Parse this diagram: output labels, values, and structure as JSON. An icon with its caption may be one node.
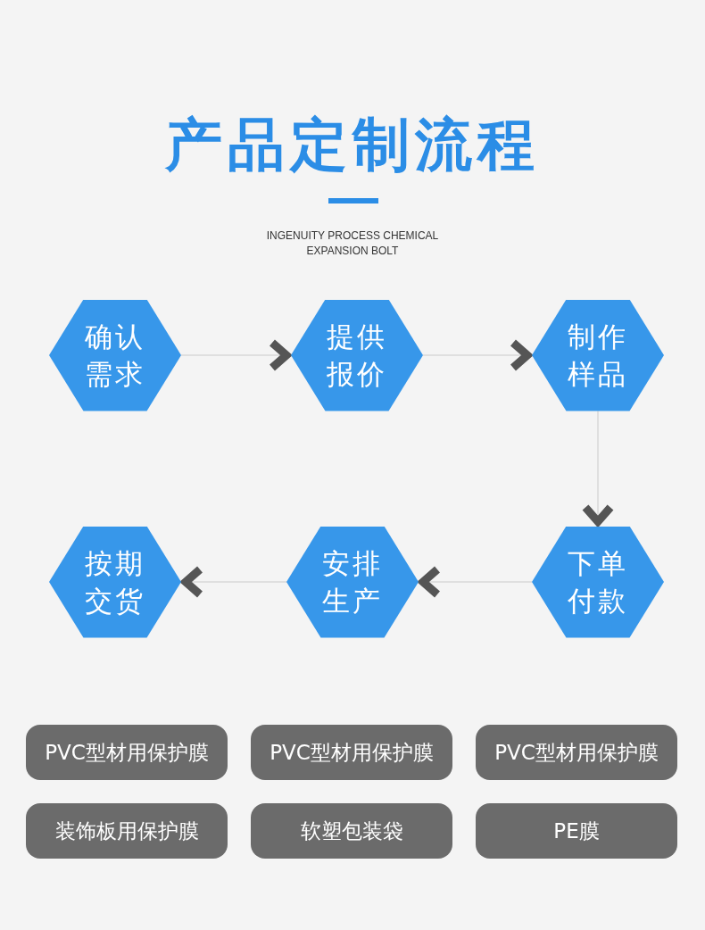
{
  "diagram": {
    "title": "产品定制流程",
    "nodes": [
      {
        "text": [
          "确认需求"
        ]
      },
      {
        "text": [
          "提供报价"
        ]
      },
      {
        "text": [
          "制作样品"
        ]
      },
      {
        "text": [
          "按期交货"
        ]
      },
      {
        "text": [
          "安排生产"
        ]
      },
      {
        "text": [
          "下单付款"
        ]
      },
      {
        "text": [
          "PVC型材用保护膜"
        ]
      },
      {
        "text": [
          "PVC型材用保护膜"
        ]
      },
      {
        "text": [
          "PVC型材用保护膜"
        ]
      },
      {
        "text": [
          "装饰板用保护膜"
        ]
      },
      {
        "text": [
          "软塑包装袋"
        ]
      },
      {
        "text": [
          "PE膜"
        ]
      }
    ],
    "edges": [
      {
        "from": 0,
        "to": 1,
        "arrow": "to"
      },
      {
        "from": 1,
        "to": 2,
        "arrow": "to"
      },
      {
        "from": 2,
        "to": 5,
        "arrow": "to"
      },
      {
        "from": 5,
        "to": 4,
        "arrow": "to"
      },
      {
        "from": 4,
        "to": 3,
        "arrow": "to"
      }
    ],
    "labels": [
      "INGENUITY PROCESS CHEMICAL EXPANSION BOLT"
    ]
  }
}
